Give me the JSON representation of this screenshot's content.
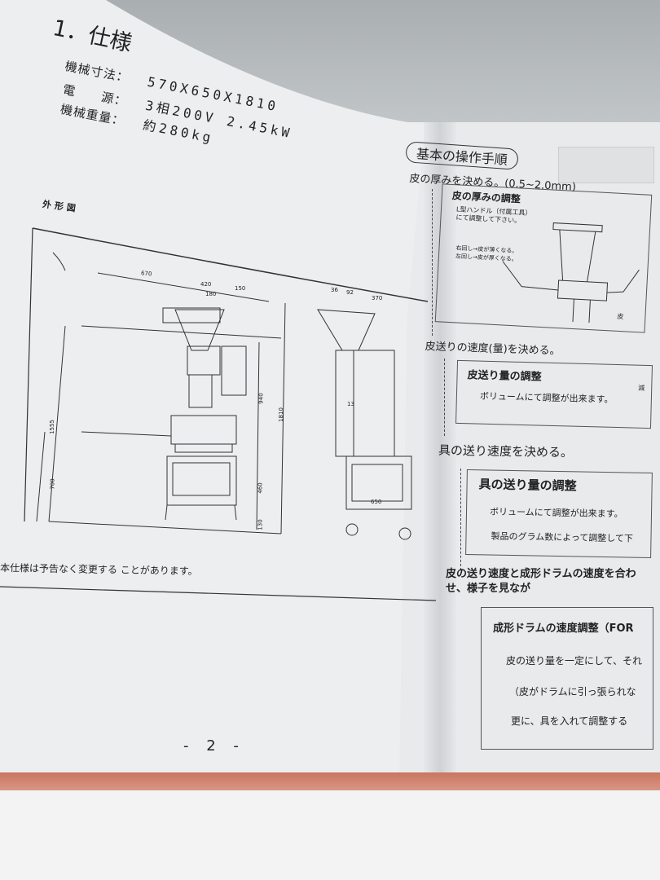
{
  "left_page": {
    "section_title": "1．仕様",
    "specs": [
      {
        "label": "機械寸法：",
        "value": "570X650X1810"
      },
      {
        "label": "電　　源：",
        "value": "3相200V 2.45kW"
      },
      {
        "label": "機械重量：",
        "value": "約280kg"
      }
    ],
    "outline_label": "外形図",
    "dimensions": {
      "front": [
        "670",
        "420",
        "180",
        "150",
        "1555",
        "700",
        "940",
        "1810",
        "460",
        "130"
      ],
      "side": [
        "36",
        "92",
        "370",
        "13",
        "650"
      ]
    },
    "note": "本仕様は予告なく変更する ことがあります。",
    "page_number": "- 2 -"
  },
  "right_page": {
    "heading": "基本の操作手順",
    "steps": [
      {
        "title": "皮の厚みを決める。(0.5~2.0mm)",
        "box_title": "皮の厚みの調整",
        "lines": [
          "L型ハンドル（付属工具）",
          "にて調整して下さい。",
          "右回し→皮が薄くなる。",
          "左回し→皮が厚くなる。"
        ],
        "arrow_label": "皮"
      },
      {
        "title": "皮送りの速度(量)を決める。",
        "box_title": "皮送り量の調整",
        "lines": [
          "ボリュームにて調整が出来ます。"
        ],
        "side_label": "減"
      },
      {
        "title": "具の送り速度を決める。",
        "box_title": "具の送り量の調整",
        "lines": [
          "ボリュームにて調整が出来ます。",
          "製品のグラム数によって調整して下"
        ]
      },
      {
        "title": "皮の送り速度と成形ドラムの速度を合わせ、様子を見なが",
        "box_title": "成形ドラムの速度調整（FOR",
        "lines": [
          "皮の送り量を一定にして、それ",
          "（皮がドラムに引っ張られな",
          "更に、具を入れて調整する"
        ]
      }
    ]
  }
}
